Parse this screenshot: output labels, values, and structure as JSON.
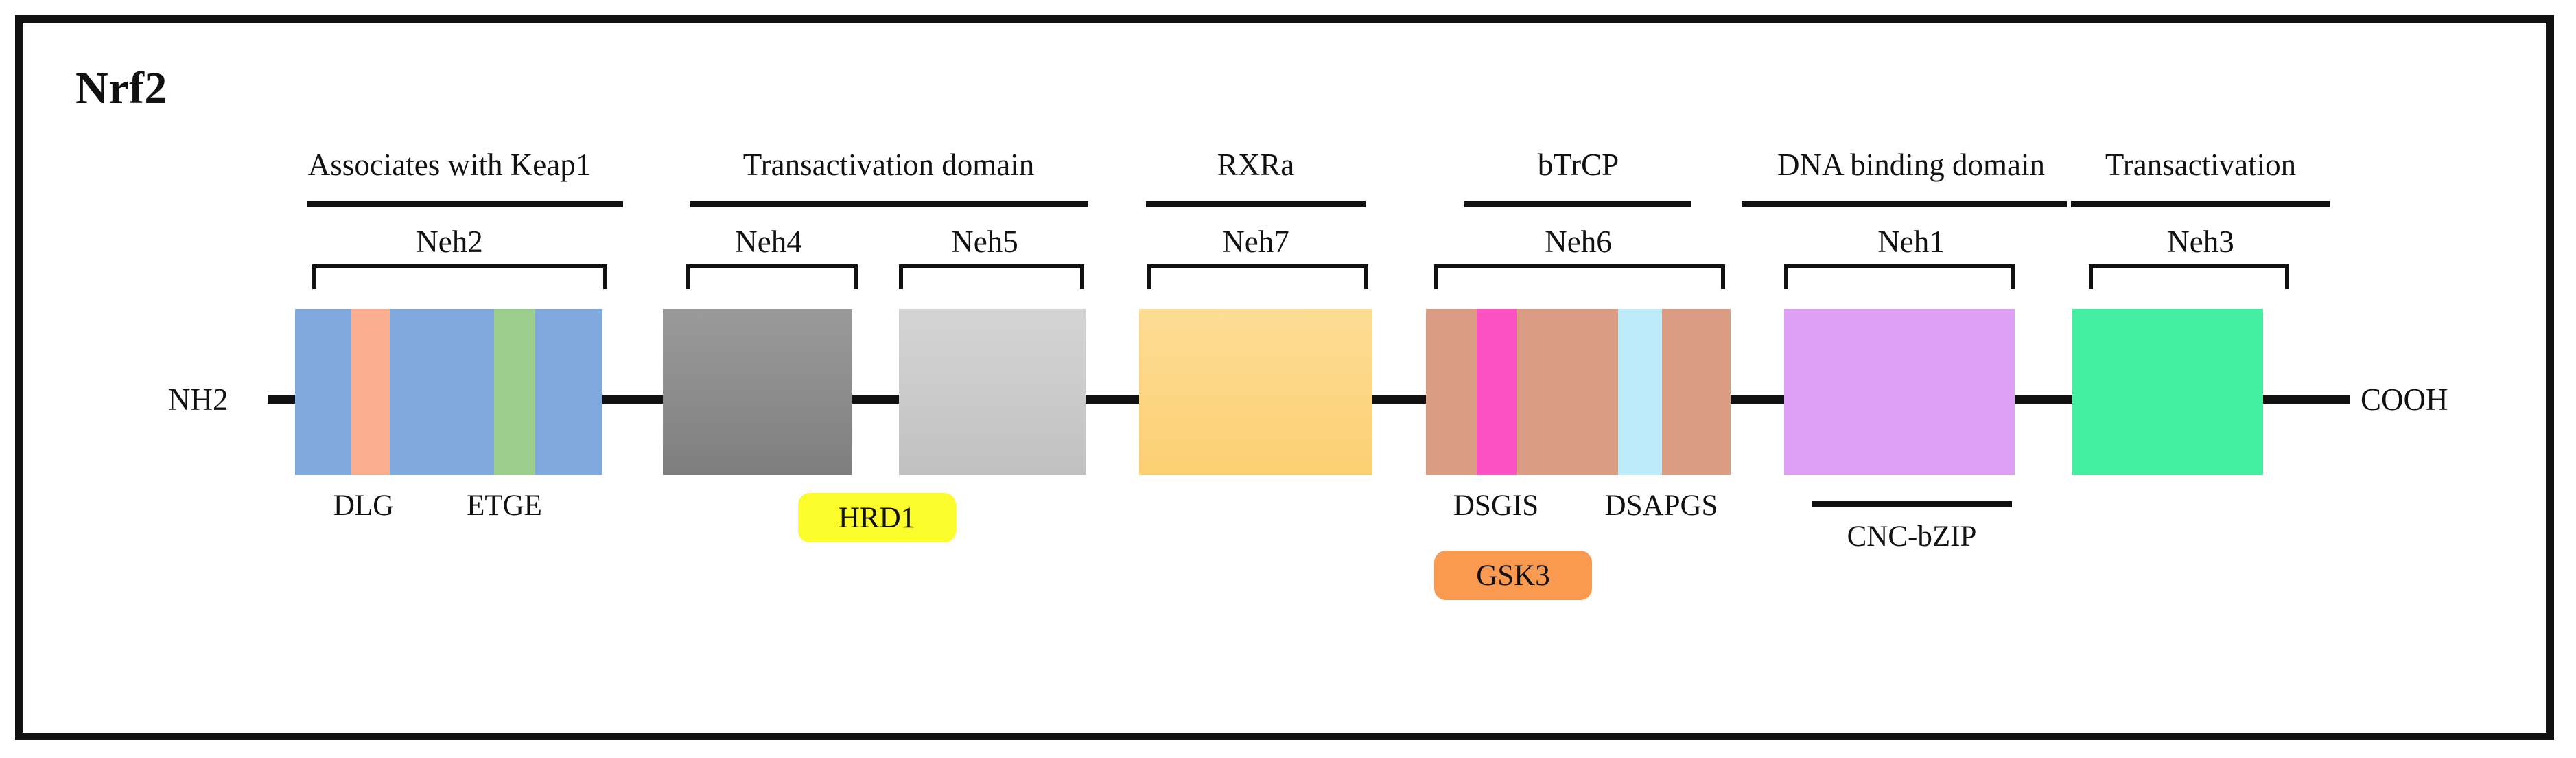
{
  "figure": {
    "title": "Nrf2",
    "n_terminus": "NH2",
    "c_terminus": "COOH"
  },
  "colors": {
    "frame": "#111111",
    "backbone": "#111111",
    "neh2_base": "#7FA9DC",
    "neh2_dlg_stripe": "#FBAF91",
    "neh2_etge_stripe": "#9CCE8E",
    "neh4": "#8E8E8E",
    "neh5": "#CCCCCC",
    "neh7": "#FDD684",
    "neh6_base": "#DB9C84",
    "neh6_dsgis_stripe": "#FC51C2",
    "neh6_dsapgs_stripe": "#BEEBF9",
    "neh1": "#DDA0F5",
    "neh3": "#45EFA1",
    "hrd1_badge": "#FCFB2B",
    "gsk3_badge": "#FA9950"
  },
  "domains": [
    {
      "id": "neh2",
      "neh_label": "Neh2",
      "function_label": "Associates with Keap1",
      "function_span": "single",
      "motifs": [
        "DLG",
        "ETGE"
      ],
      "stripes": [
        "DLG",
        "ETGE"
      ],
      "fill": "#7FA9DC"
    },
    {
      "id": "neh4",
      "neh_label": "Neh4",
      "function_label": "Transactivation domain",
      "function_span": "shared-with-neh5",
      "motifs": [],
      "stripes": [],
      "fill": "#8E8E8E"
    },
    {
      "id": "neh5",
      "neh_label": "Neh5",
      "function_label": "Transactivation domain",
      "function_span": "shared-with-neh4",
      "motifs": [],
      "stripes": [],
      "fill": "#CCCCCC"
    },
    {
      "id": "neh7",
      "neh_label": "Neh7",
      "function_label": "RXRa",
      "function_span": "single",
      "motifs": [],
      "stripes": [],
      "fill": "#FDD684"
    },
    {
      "id": "neh6",
      "neh_label": "Neh6",
      "function_label": "bTrCP",
      "function_span": "single",
      "motifs": [
        "DSGIS",
        "DSAPGS"
      ],
      "stripes": [
        "DSGIS",
        "DSAPGS"
      ],
      "fill": "#DB9C84"
    },
    {
      "id": "neh1",
      "neh_label": "Neh1",
      "function_label": "DNA binding domain",
      "function_span": "single",
      "motifs": [
        "CNC-bZIP"
      ],
      "stripes": [],
      "fill": "#DDA0F5"
    },
    {
      "id": "neh3",
      "neh_label": "Neh3",
      "function_label": "Transactivation",
      "function_span": "single",
      "motifs": [],
      "stripes": [],
      "fill": "#45EFA1"
    }
  ],
  "function_labels": {
    "keap1": "Associates with Keap1",
    "transactivation_domain": "Transactivation domain",
    "rxra": "RXRa",
    "btrcp": "bTrCP",
    "dna_binding": "DNA binding domain",
    "transactivation": "Transactivation"
  },
  "neh_labels": {
    "neh2": "Neh2",
    "neh4": "Neh4",
    "neh5": "Neh5",
    "neh7": "Neh7",
    "neh6": "Neh6",
    "neh1": "Neh1",
    "neh3": "Neh3"
  },
  "motifs": {
    "dlg": "DLG",
    "etge": "ETGE",
    "dsgis": "DSGIS",
    "dsapgs": "DSAPGS",
    "cnc_bzip": "CNC-bZIP"
  },
  "badges": {
    "hrd1": "HRD1",
    "gsk3": "GSK3"
  }
}
